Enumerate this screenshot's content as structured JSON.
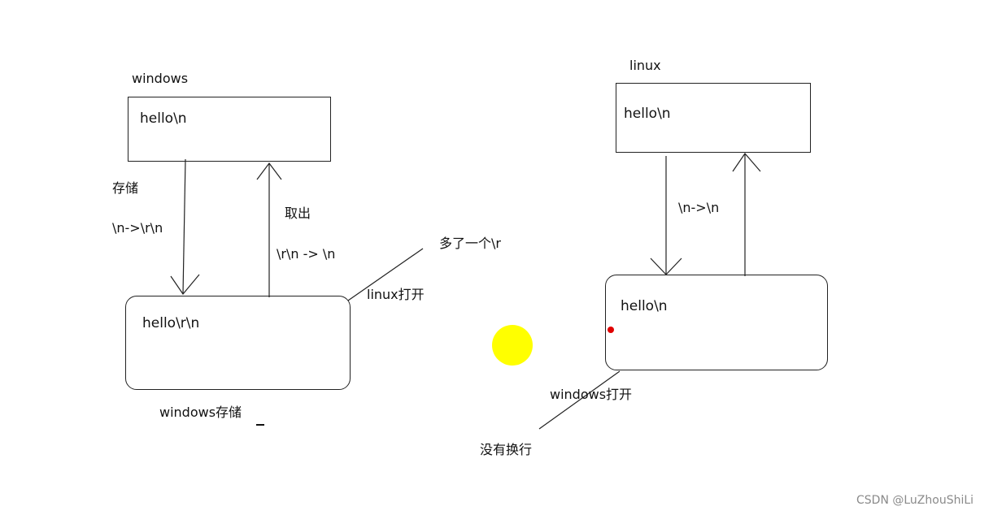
{
  "windows_side": {
    "title": "windows",
    "top_box_text": "hello\\n",
    "store_label": "存储",
    "store_conversion": "\\n->\\r\\n",
    "fetch_label": "取出",
    "fetch_conversion": "\\r\\n -> \\n",
    "bottom_box_text": "hello\\r\\n",
    "bottom_caption": "windows存储",
    "linux_open_label": "linux打开",
    "extra_note": "多了一个\\r"
  },
  "linux_side": {
    "title": "linux",
    "top_box_text": "hello\\n",
    "conversion": "\\n->\\n",
    "bottom_box_text": "hello\\n",
    "windows_open_label": "windows打开",
    "no_newline_note": "没有换行"
  },
  "watermark": "CSDN @LuZhouShiLi",
  "colors": {
    "highlight": "#ffff00",
    "pointer_dot": "#e00000",
    "stroke": "#222222"
  }
}
